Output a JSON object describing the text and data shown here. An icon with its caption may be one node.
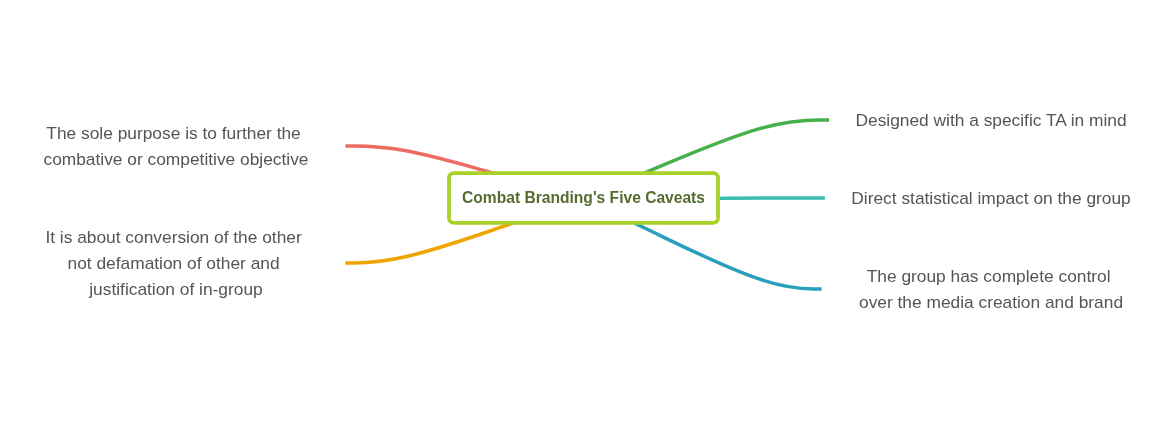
{
  "diagram": {
    "nodes": [
      {
        "text": [
          "Combat Branding's Five Caveats"
        ]
      },
      {
        "text": [
          "Designed with a specific TA in mind"
        ]
      },
      {
        "text": [
          "Direct statistical impact on the group"
        ]
      },
      {
        "text": [
          "The group has complete control over the media creation and brand"
        ]
      },
      {
        "text": [
          "The sole purpose is to further the combative or competitive objective"
        ]
      },
      {
        "text": [
          "It is about conversion of the other not defamation of other and justification of in-group"
        ]
      }
    ],
    "edges": [
      {
        "from": 0,
        "to": 1,
        "arrow": "none",
        "color": "#46b04a"
      },
      {
        "from": 0,
        "to": 2,
        "arrow": "none",
        "color": "#3bbcb0"
      },
      {
        "from": 0,
        "to": 3,
        "arrow": "none",
        "color": "#2a9fbd"
      },
      {
        "from": 4,
        "to": 0,
        "arrow": "none",
        "color": "#ee6b62"
      },
      {
        "from": 5,
        "to": 0,
        "arrow": "none",
        "color": "#efa500"
      }
    ]
  }
}
